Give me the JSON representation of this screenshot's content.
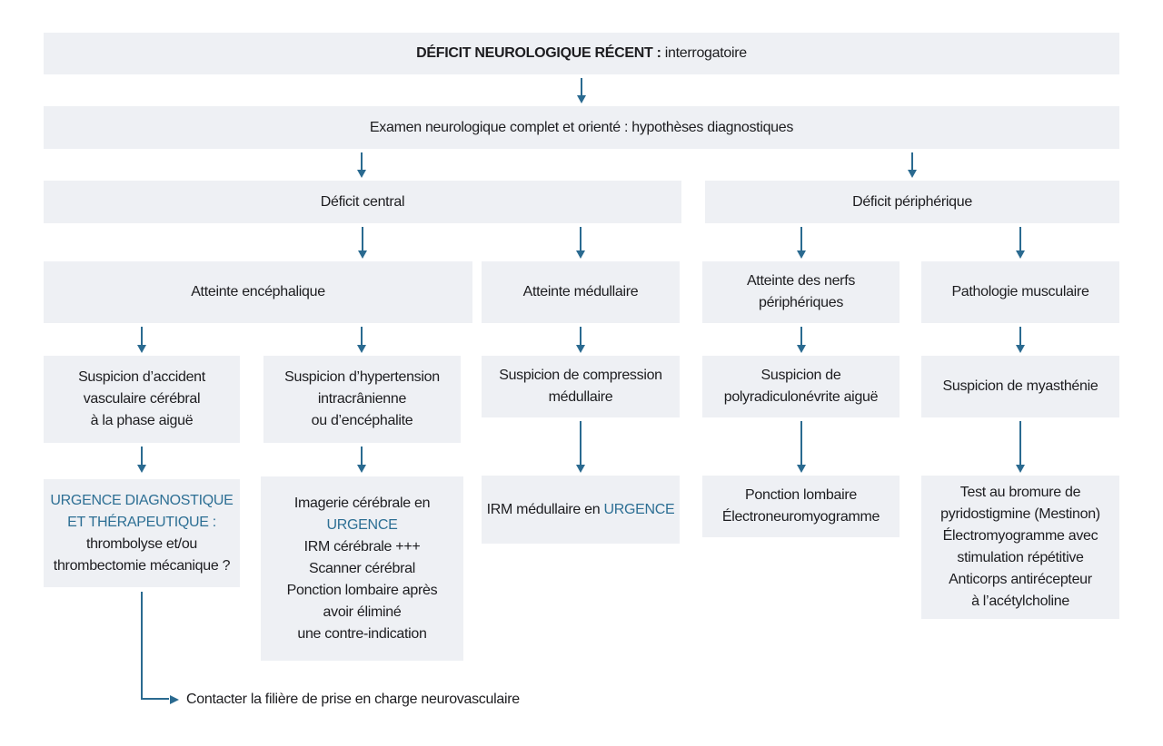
{
  "colors": {
    "box": "#eef0f4",
    "ink": "#1d1d20",
    "accent": "#2d6f94",
    "arrow": "#2a6a90"
  },
  "nodes": {
    "root": {
      "bold": "DÉFICIT NEUROLOGIQUE RÉCENT :",
      "normal": " interrogatoire"
    },
    "exam": {
      "text": "Examen neurologique complet et orienté : hypothèses diagnostiques"
    },
    "central": {
      "text": "Déficit central"
    },
    "peripheral": {
      "text": "Déficit périphérique"
    },
    "encephalic": {
      "text": "Atteinte encéphalique"
    },
    "medullary": {
      "text": "Atteinte médullaire"
    },
    "nerves": {
      "text": "Atteinte des nerfs\npériphériques"
    },
    "muscular": {
      "text": "Pathologie musculaire"
    },
    "avc": {
      "text": "Suspicion d’accident\nvasculaire cérébral\nà la phase aiguë"
    },
    "htic": {
      "text": "Suspicion d’hypertension\nintracrânienne\nou d’encéphalite"
    },
    "compression": {
      "text": "Suspicion de compression\nmédullaire"
    },
    "polyradiculonevrite": {
      "text": "Suspicion de\npolyradiculonévrite aiguë"
    },
    "myasthenia": {
      "text": "Suspicion de myasthénie"
    },
    "urgence_diag": {
      "accent": "URGENCE DIAGNOSTIQUE\nET THÉRAPEUTIQUE :",
      "normal": "thrombolyse et/ou\nthrombectomie mécanique ?"
    },
    "imagerie": {
      "pre": "Imagerie cérébrale en",
      "accent": "URGENCE",
      "post": "IRM cérébrale +++\nScanner cérébral\nPonction lombaire après\navoir éliminé\nune contre-indication"
    },
    "irm_medullaire": {
      "pre": "IRM médullaire en ",
      "accent": "URGENCE"
    },
    "ponction": {
      "text": "Ponction lombaire\nÉlectroneuromyogramme"
    },
    "test_myasthenie": {
      "text": "Test au bromure de\npyridostigmine (Mestinon)\nÉlectromyogramme avec\nstimulation répétitive\nAnticorps antirécepteur\nà l’acétylcholine"
    }
  },
  "footer": {
    "text": "Contacter la filière de prise en charge neurovasculaire"
  }
}
